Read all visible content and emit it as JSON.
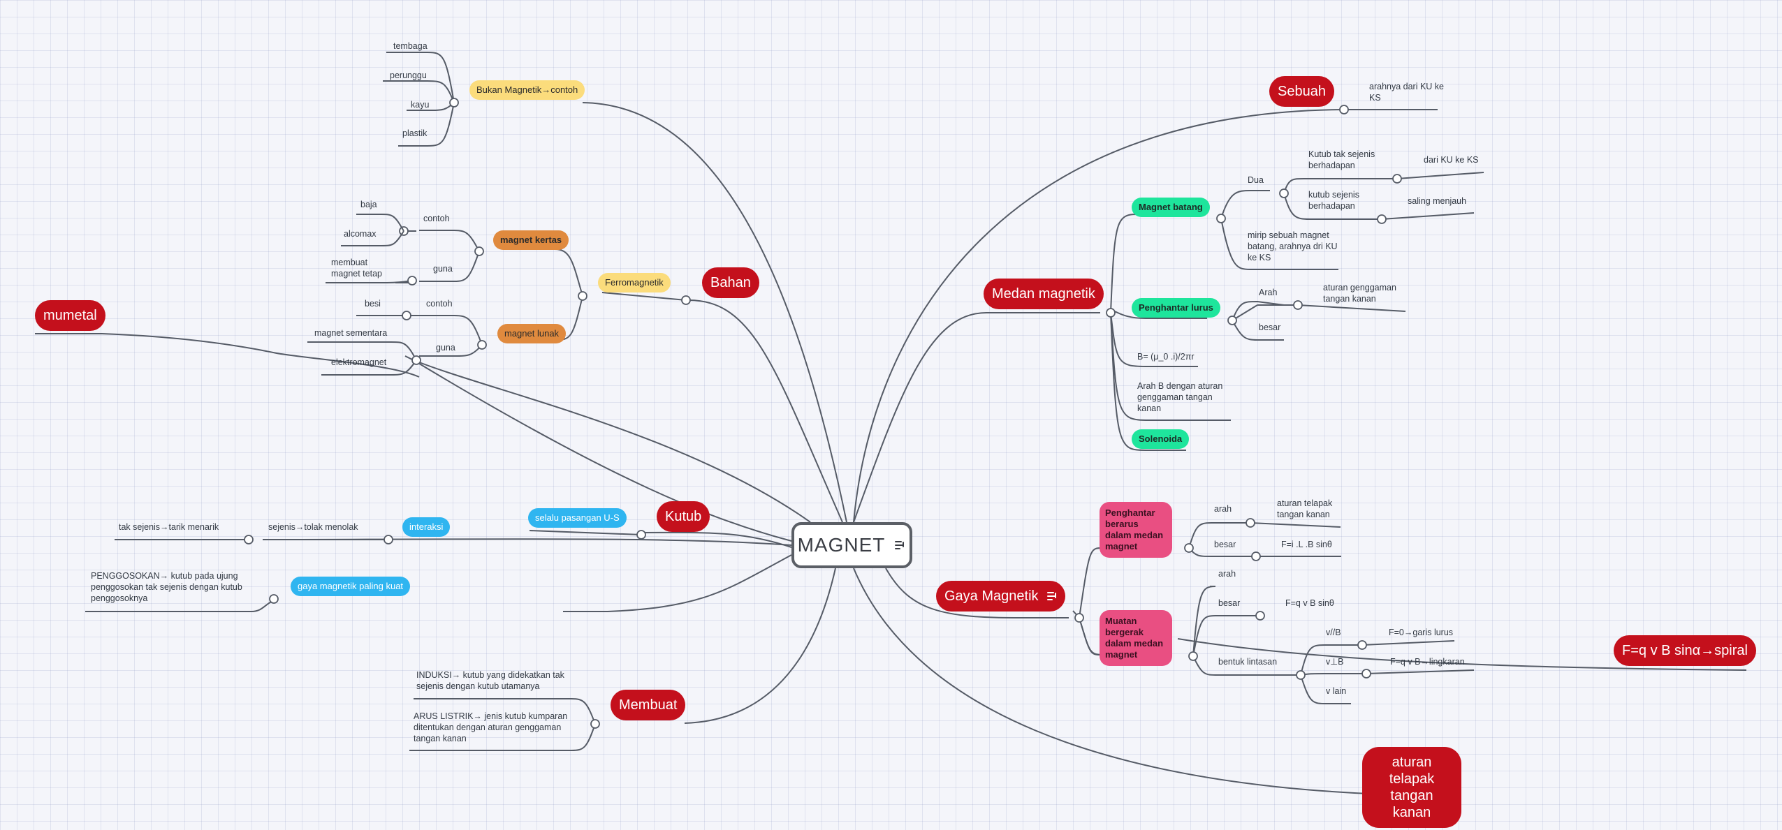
{
  "center": {
    "title": "MAGNET",
    "icon": "note-icon"
  },
  "topics": {
    "sebuah": "Sebuah",
    "medan": "Medan magnetik",
    "gaya": "Gaya Magnetik",
    "aturan": "aturan telapak tangan kanan",
    "kutub": "Kutub",
    "membuat": "Membuat",
    "bahan": "Bahan",
    "mumetal": "mumetal",
    "spiral": "F=q v B sinα→spiral"
  },
  "sebuah": {
    "arah": "arahnya dari KU ke KS"
  },
  "medan": {
    "batang": {
      "label": "Magnet batang",
      "dua": "Dua",
      "tak_sejenis": "Kutub tak sejenis berhadapan",
      "tak_sejenis_val": "dari KU ke KS",
      "sejenis": "kutub sejenis berhadapan",
      "sejenis_val": "saling menjauh",
      "mirip": "mirip sebuah magnet batang, arahnya dri KU ke KS"
    },
    "lurus": {
      "label": "Penghantar lurus",
      "arah": "Arah",
      "arah_val": "aturan genggaman tangan kanan",
      "besar": "besar"
    },
    "rumus": "B=  (μ_0  .i)/2πr",
    "arah_b": "Arah B dengan aturan genggaman tangan kanan",
    "solenoida": "Solenoida"
  },
  "gaya": {
    "penghantar": {
      "label": "Penghantar berarus dalam medan magnet",
      "arah": "arah",
      "arah_val": "aturan telapak tangan kanan",
      "besar": "besar",
      "besar_val": "F=i .L .B sinθ"
    },
    "muatan": {
      "label": "Muatan bergerak dalam medan magnet",
      "arah": "arah",
      "besar": "besar",
      "besar_val": "F=q v B sinθ",
      "lintasan": "bentuk lintasan",
      "v_sejajar": "v//B",
      "v_sejajar_val": "F=0→garis lurus",
      "v_tegak": "v⊥B",
      "v_tegak_val": "F=q v B→lingkaran",
      "v_lain": "v lain"
    }
  },
  "kutub": {
    "pasangan": "selalu pasangan U-S",
    "interaksi": "interaksi",
    "sejenis": "sejenis→tolak menolak",
    "tak_sejenis": "tak sejenis→tarik menarik",
    "paling_kuat": "gaya magnetik paling kuat",
    "penggosokan": "PENGGOSOKAN→ kutub pada ujung penggosokan tak sejenis dengan kutub penggosoknya"
  },
  "membuat": {
    "induksi": "INDUKSI→ kutub yang didekatkan tak sejenis dengan kutub utamanya",
    "arus": "ARUS LISTRIK→ jenis kutub kumparan ditentukan dengan aturan genggaman tangan kanan"
  },
  "bahan": {
    "ferromagnetik": "Ferromagnetik",
    "kertas": "magnet kertas",
    "kertas_contoh": "contoh",
    "baja": "baja",
    "alcomax": "alcomax",
    "kertas_guna": "guna",
    "membuat_tetap": "membuat magnet tetap",
    "lunak": "magnet lunak",
    "lunak_contoh": "contoh",
    "besi": "besi",
    "lunak_guna": "guna",
    "sementara": "magnet sementara",
    "elektromagnet": "elektromagnet",
    "bukan": "Bukan Magnetik→contoh",
    "tembaga": "tembaga",
    "perunggu": "perunggu",
    "kayu": "kayu",
    "plastik": "plastik"
  },
  "colors": {
    "main_topic": "#c4101c",
    "yellow": "#fbdc7c",
    "orange": "#e08a3e",
    "cyan": "#2fb5f0",
    "green": "#1ee59c",
    "pink": "#e94f82",
    "line": "#555b66"
  }
}
